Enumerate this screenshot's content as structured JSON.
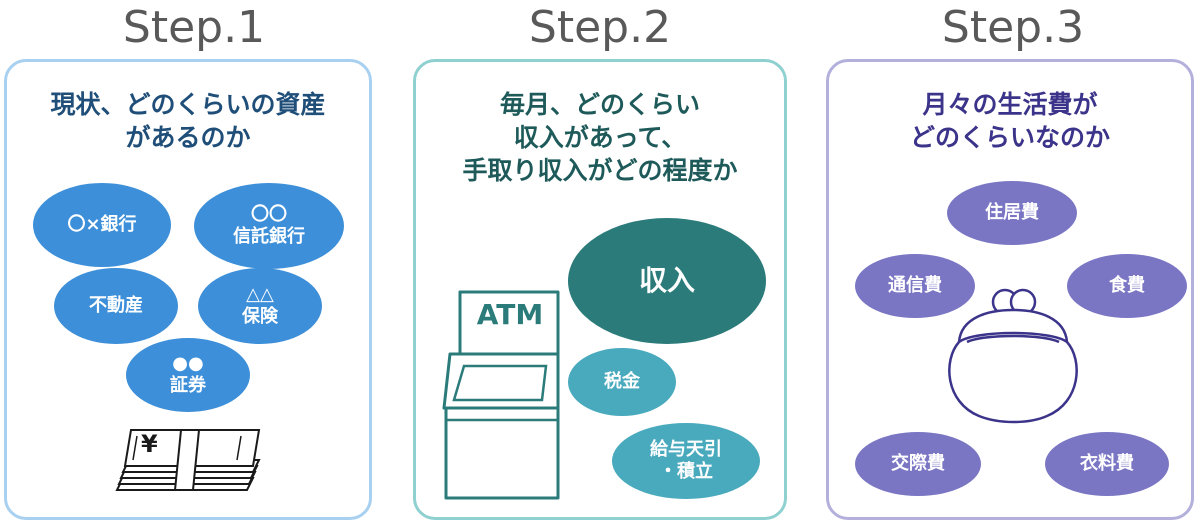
{
  "steps": [
    {
      "title": "Step.1",
      "heading": [
        "現状、どのくらいの資産",
        "があるのか"
      ],
      "items": [
        {
          "lines": [
            "〇×銀行"
          ]
        },
        {
          "lines": [
            "〇〇",
            "信託銀行"
          ]
        },
        {
          "lines": [
            "不動産"
          ]
        },
        {
          "lines": [
            "△△",
            "保険"
          ]
        },
        {
          "lines": [
            "●●",
            "証券"
          ]
        }
      ],
      "money_symbol": "¥",
      "accent": "#3c8fd8",
      "heading_color": "#1f4e79"
    },
    {
      "title": "Step.2",
      "heading": [
        "毎月、どのくらい",
        "収入があって、",
        "手取り収入がどの程度か"
      ],
      "income_label": "収入",
      "atm_label": "ATM",
      "deductions": [
        {
          "lines": [
            "税金"
          ]
        },
        {
          "lines": [
            "給与天引",
            "・積立"
          ]
        }
      ],
      "accent": "#2b7b7b",
      "light_accent": "#49a9bd",
      "heading_color": "#1f5a5a"
    },
    {
      "title": "Step.3",
      "heading": [
        "月々の生活費が",
        "どのくらいなのか"
      ],
      "expenses": [
        {
          "lines": [
            "住居費"
          ]
        },
        {
          "lines": [
            "通信費"
          ]
        },
        {
          "lines": [
            "食費"
          ]
        },
        {
          "lines": [
            "交際費"
          ]
        },
        {
          "lines": [
            "衣料費"
          ]
        }
      ],
      "accent": "#7a76c4",
      "heading_color": "#3b348a"
    }
  ]
}
